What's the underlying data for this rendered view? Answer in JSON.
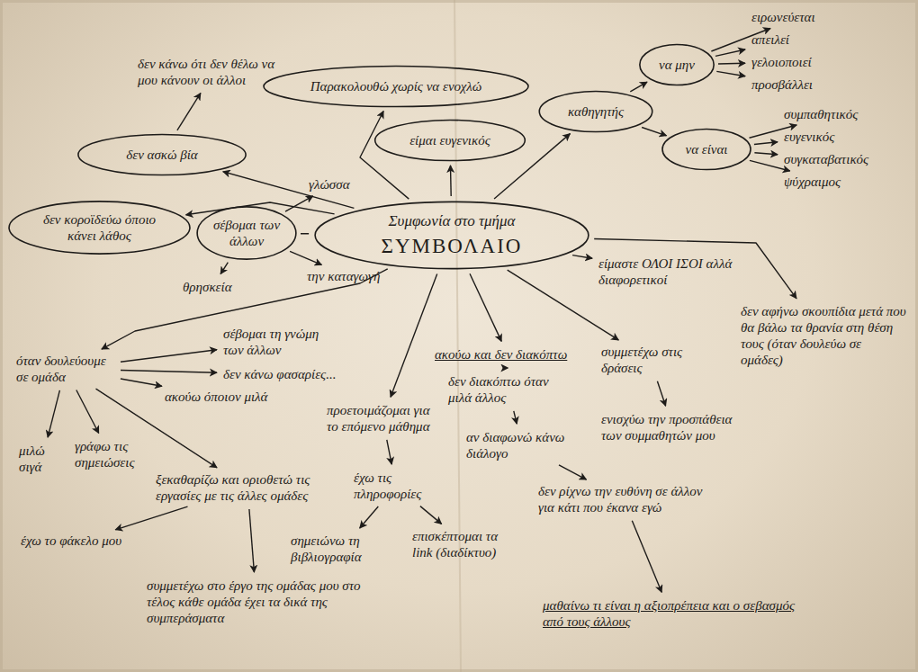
{
  "diagram": {
    "nodes": [
      {
        "text": [
          "Συμφωνία στο τμήμα",
          "ΣΥΜΒΟΛΑΙΟ"
        ]
      },
      {
        "text": [
          "δεν ασκώ βία"
        ]
      },
      {
        "text": [
          "δεν κάνω ότι δεν θέλω να μου κάνουν οι άλλοι"
        ]
      },
      {
        "text": [
          "Παρακολουθώ χωρίς να ενοχλώ"
        ]
      },
      {
        "text": [
          "είμαι ευγενικός"
        ]
      },
      {
        "text": [
          "δεν κοροϊδεύω όποιο κάνει λάθος"
        ]
      },
      {
        "text": [
          "σέβομαι των άλλων"
        ]
      },
      {
        "text": [
          "γλώσσα"
        ]
      },
      {
        "text": [
          "θρησκεία"
        ]
      },
      {
        "text": [
          "την καταγωγή"
        ]
      },
      {
        "text": [
          "καθηγητής"
        ]
      },
      {
        "text": [
          "να μην"
        ]
      },
      {
        "text": [
          "ειρωνεύεται"
        ]
      },
      {
        "text": [
          "απειλεί"
        ]
      },
      {
        "text": [
          "γελοιοποιεί"
        ]
      },
      {
        "text": [
          "προσβάλλει"
        ]
      },
      {
        "text": [
          "να είναι"
        ]
      },
      {
        "text": [
          "συμπαθητικός"
        ]
      },
      {
        "text": [
          "ευγενικός"
        ]
      },
      {
        "text": [
          "συγκαταβατικός"
        ]
      },
      {
        "text": [
          "ψύχραιμος"
        ]
      },
      {
        "text": [
          "είμαστε ΟΛΟΙ ΙΣΟΙ αλλά διαφορετικοί"
        ]
      },
      {
        "text": [
          "δεν αφήνω σκουπίδια μετά που θα βάλω τα θρανία στη θέση τους (όταν δουλεύω σε ομάδες)"
        ]
      },
      {
        "text": [
          "ακούω και δεν διακόπτω"
        ]
      },
      {
        "text": [
          "δεν διακόπτω όταν μιλά άλλος"
        ]
      },
      {
        "text": [
          "αν διαφωνώ κάνω διάλογο"
        ]
      },
      {
        "text": [
          "δεν ρίχνω την ευθύνη σε άλλον για κάτι που έκανα εγώ"
        ]
      },
      {
        "text": [
          "μαθαίνω τι είναι η αξιοπρέπεια και ο σεβασμός από τους άλλους"
        ]
      },
      {
        "text": [
          "συμμετέχω στις δράσεις"
        ]
      },
      {
        "text": [
          "ενισχύω την προσπάθεια των συμμαθητών μου"
        ]
      },
      {
        "text": [
          "προετοιμάζομαι για το επόμενο μάθημα"
        ]
      },
      {
        "text": [
          "έχω τις πληροφορίες"
        ]
      },
      {
        "text": [
          "σημειώνω τη βιβλιογραφία"
        ]
      },
      {
        "text": [
          "επισκέπτομαι τα link (διαδίκτυο)"
        ]
      },
      {
        "text": [
          "όταν δουλεύουμε σε ομάδα"
        ]
      },
      {
        "text": [
          "σέβομαι τη γνώμη των άλλων"
        ]
      },
      {
        "text": [
          "δεν κάνω φασαρίες..."
        ]
      },
      {
        "text": [
          "ακούω όποιον μιλά"
        ]
      },
      {
        "text": [
          "μιλώ σιγά"
        ]
      },
      {
        "text": [
          "γράφω τις σημειώσεις"
        ]
      },
      {
        "text": [
          "ξεκαθαρίζω και οριοθετώ τις εργασίες με τις άλλες ομάδες"
        ]
      },
      {
        "text": [
          "έχω το φάκελο μου"
        ]
      },
      {
        "text": [
          "συμμετέχω στο έργο της ομάδας μου στο τέλος κάθε ομάδα έχει τα δικά της συμπεράσματα"
        ]
      }
    ],
    "edges": [
      {
        "from": 0,
        "to": 1,
        "arrow": "to"
      },
      {
        "from": 1,
        "to": 2,
        "arrow": "to"
      },
      {
        "from": 0,
        "to": 3,
        "arrow": "to"
      },
      {
        "from": 0,
        "to": 4,
        "arrow": "to"
      },
      {
        "from": 0,
        "to": 5,
        "arrow": "to"
      },
      {
        "from": 0,
        "to": 6,
        "arrow": "none"
      },
      {
        "from": 6,
        "to": 7,
        "arrow": "to"
      },
      {
        "from": 6,
        "to": 8,
        "arrow": "to"
      },
      {
        "from": 6,
        "to": 9,
        "arrow": "to"
      },
      {
        "from": 0,
        "to": 10,
        "arrow": "to"
      },
      {
        "from": 10,
        "to": 11,
        "arrow": "to"
      },
      {
        "from": 11,
        "to": 12,
        "arrow": "to"
      },
      {
        "from": 11,
        "to": 13,
        "arrow": "to"
      },
      {
        "from": 11,
        "to": 14,
        "arrow": "to"
      },
      {
        "from": 11,
        "to": 15,
        "arrow": "to"
      },
      {
        "from": 10,
        "to": 16,
        "arrow": "to"
      },
      {
        "from": 16,
        "to": 17,
        "arrow": "to"
      },
      {
        "from": 16,
        "to": 18,
        "arrow": "to"
      },
      {
        "from": 16,
        "to": 19,
        "arrow": "to"
      },
      {
        "from": 16,
        "to": 20,
        "arrow": "to"
      },
      {
        "from": 0,
        "to": 21,
        "arrow": "to"
      },
      {
        "from": 0,
        "to": 22,
        "arrow": "to"
      },
      {
        "from": 0,
        "to": 23,
        "arrow": "to"
      },
      {
        "from": 23,
        "to": 24,
        "arrow": "to"
      },
      {
        "from": 24,
        "to": 25,
        "arrow": "to"
      },
      {
        "from": 25,
        "to": 26,
        "arrow": "to"
      },
      {
        "from": 26,
        "to": 27,
        "arrow": "to"
      },
      {
        "from": 0,
        "to": 28,
        "arrow": "to"
      },
      {
        "from": 28,
        "to": 29,
        "arrow": "to"
      },
      {
        "from": 0,
        "to": 30,
        "arrow": "to"
      },
      {
        "from": 30,
        "to": 31,
        "arrow": "to"
      },
      {
        "from": 31,
        "to": 32,
        "arrow": "to"
      },
      {
        "from": 31,
        "to": 33,
        "arrow": "to"
      },
      {
        "from": 0,
        "to": 34,
        "arrow": "to"
      },
      {
        "from": 34,
        "to": 35,
        "arrow": "to"
      },
      {
        "from": 34,
        "to": 36,
        "arrow": "to"
      },
      {
        "from": 34,
        "to": 37,
        "arrow": "to"
      },
      {
        "from": 34,
        "to": 38,
        "arrow": "to"
      },
      {
        "from": 34,
        "to": 39,
        "arrow": "to"
      },
      {
        "from": 34,
        "to": 40,
        "arrow": "to"
      },
      {
        "from": 40,
        "to": 41,
        "arrow": "to"
      },
      {
        "from": 40,
        "to": 42,
        "arrow": "to"
      }
    ]
  }
}
